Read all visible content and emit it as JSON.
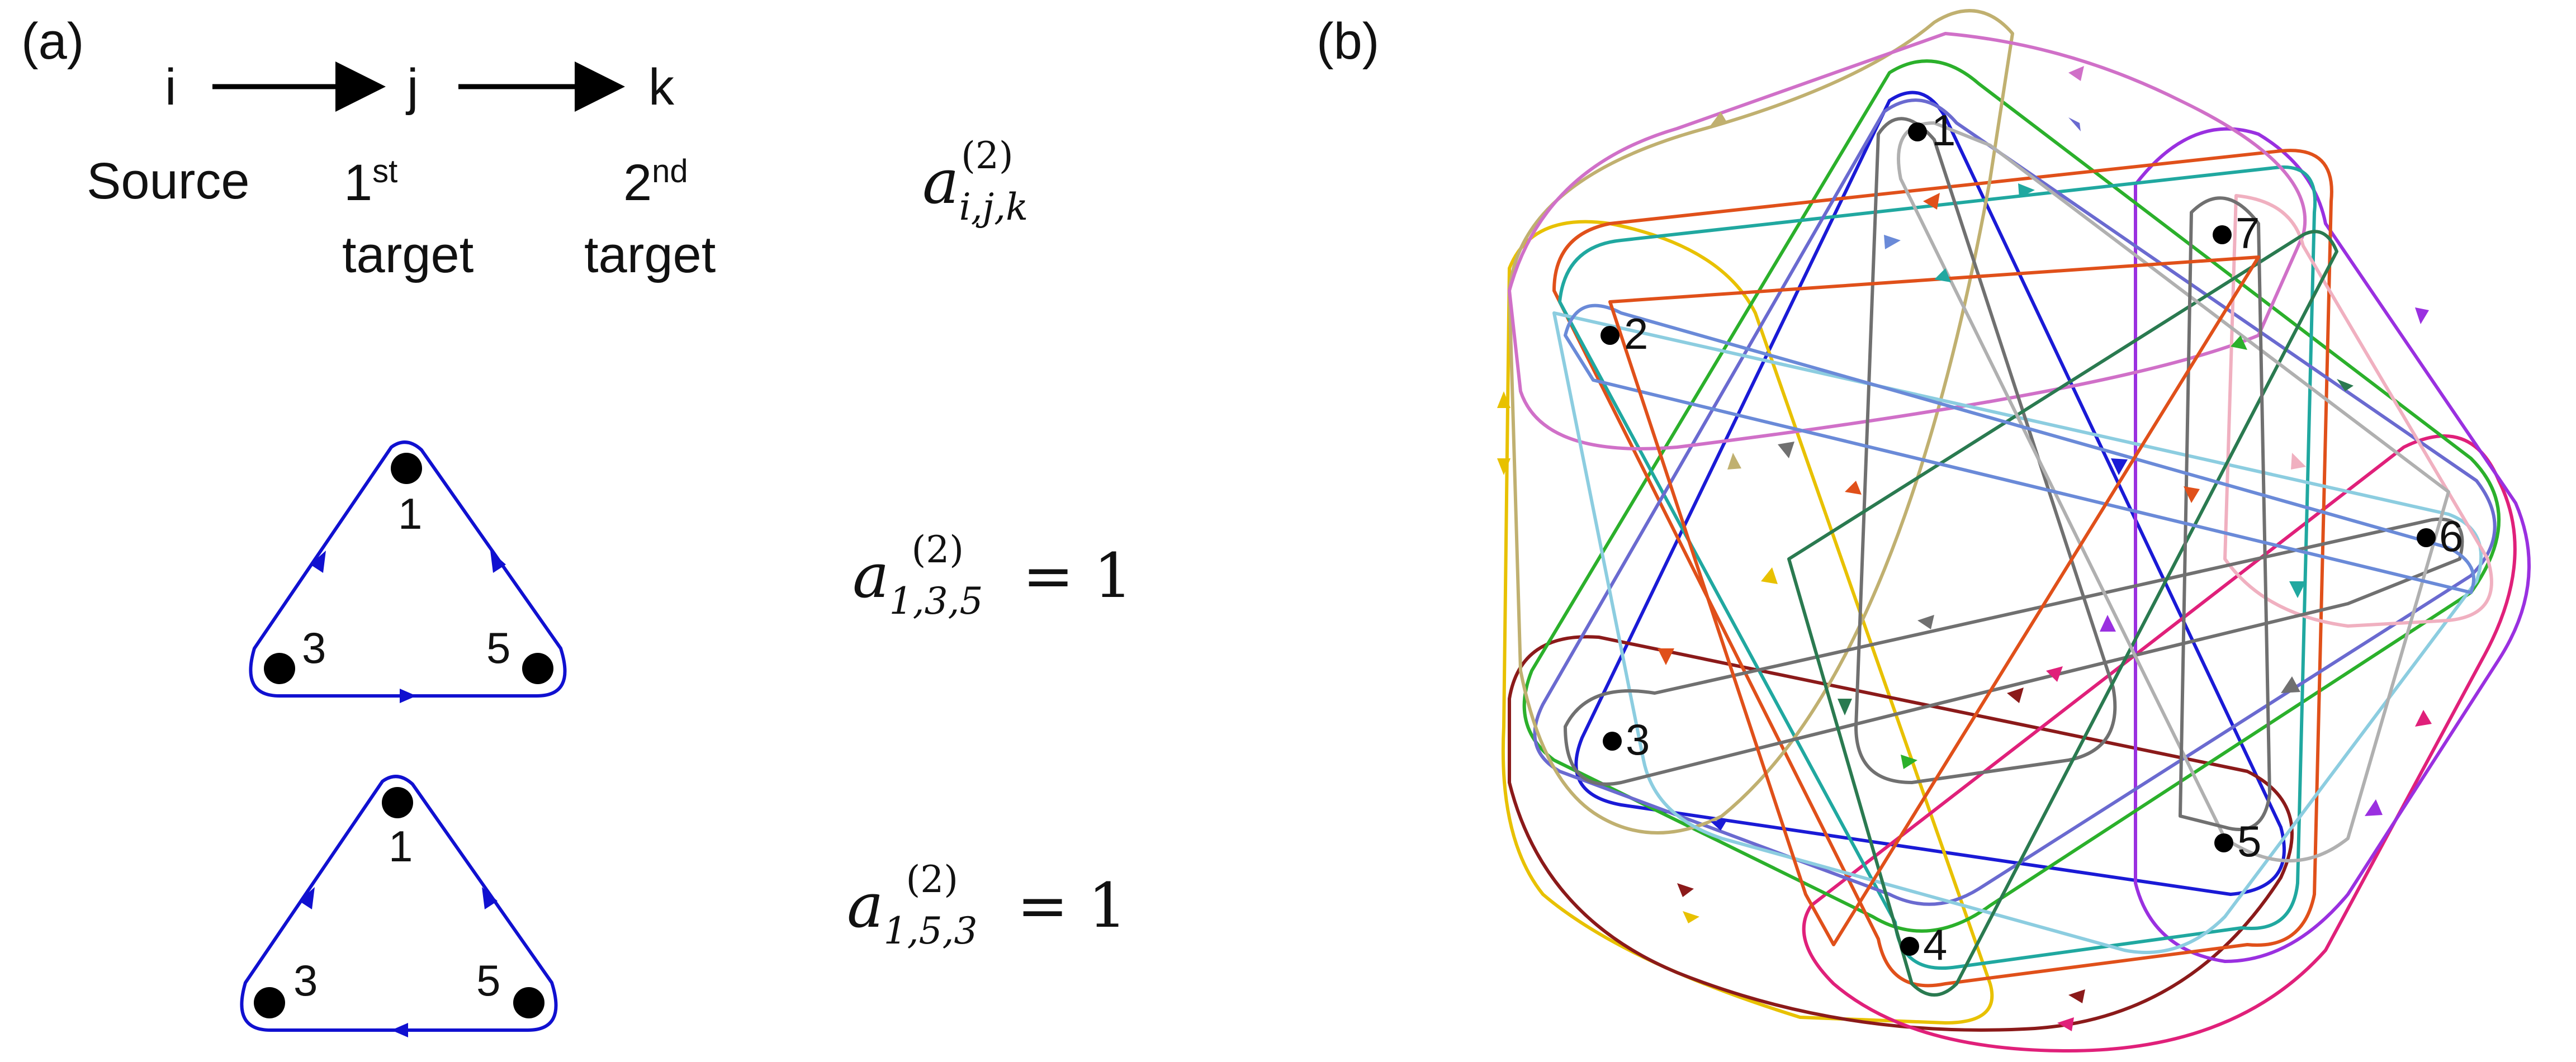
{
  "panel_a": {
    "label": "(a)",
    "chain": {
      "i": "i",
      "j": "j",
      "k": "k"
    },
    "roles": {
      "source": "Source",
      "first_num": "1",
      "first_sup": "st",
      "second_num": "2",
      "second_sup": "nd",
      "target": "target"
    },
    "notation": {
      "symbol": "a",
      "sup": "(2)",
      "sub": "i,j,k"
    },
    "examples": [
      {
        "nodes": [
          "1",
          "3",
          "5"
        ],
        "formula": {
          "symbol": "a",
          "sup": "(2)",
          "sub": "1,3,5",
          "rhs": "= 1"
        }
      },
      {
        "nodes": [
          "1",
          "3",
          "5"
        ],
        "formula": {
          "symbol": "a",
          "sup": "(2)",
          "sub": "1,5,3",
          "rhs": "= 1"
        }
      }
    ],
    "edge_color": "#1010d0"
  },
  "panel_b": {
    "label": "(b)",
    "nodes": [
      "1",
      "2",
      "3",
      "4",
      "5",
      "6",
      "7"
    ],
    "loop_colors": [
      "#1a1ad6",
      "#e8c100",
      "#d4e0c0",
      "#8b1a1a",
      "#e0207a",
      "#9a30e0",
      "#2bb02b",
      "#e0501a",
      "#20a8a0",
      "#6a6ad0",
      "#c0b070",
      "#d070c8",
      "#8ccde0",
      "#f0b0c0",
      "#707070",
      "#2a7a50",
      "#b0b0b0"
    ]
  }
}
